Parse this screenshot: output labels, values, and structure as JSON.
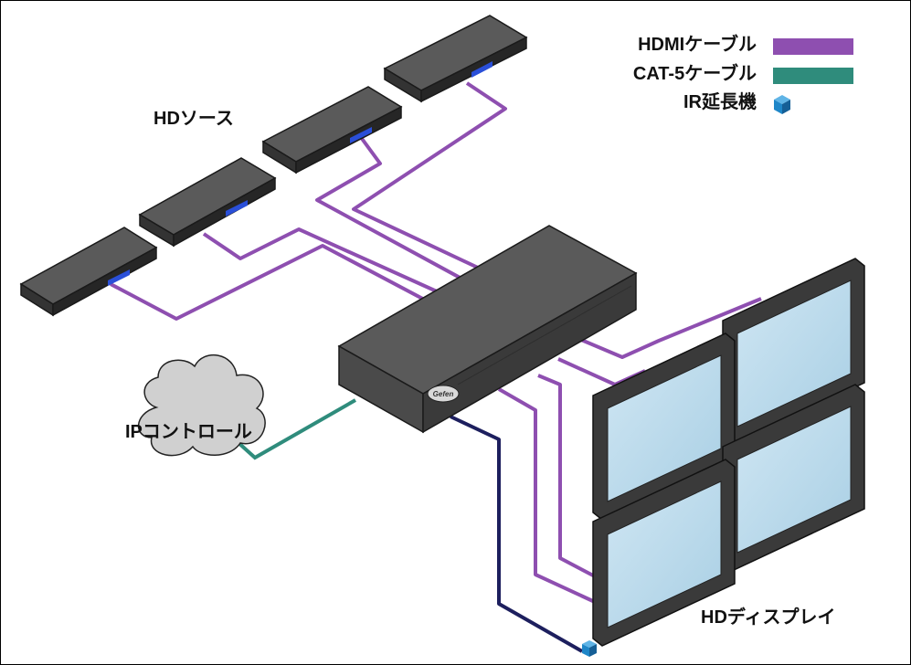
{
  "legend": {
    "items": [
      {
        "label": "HDMIケーブル",
        "color": "#8e4fb0"
      },
      {
        "label": "CAT-5ケーブル",
        "color": "#2f8c7c"
      },
      {
        "label": "IR延長機",
        "color": "#1e86c8"
      }
    ]
  },
  "labels": {
    "sources": "HDソース",
    "ip_control": "IPコントロール",
    "displays": "HDディスプレイ"
  },
  "device": {
    "brand": "Gefen"
  },
  "colors": {
    "hdmi": "#8e4fb0",
    "cat5": "#2f8c7c",
    "ir_cable": "#1d1f5e",
    "ir_box": "#1e86c8",
    "box_top": "#5a5a5a",
    "screen": "#b5d7ea"
  }
}
